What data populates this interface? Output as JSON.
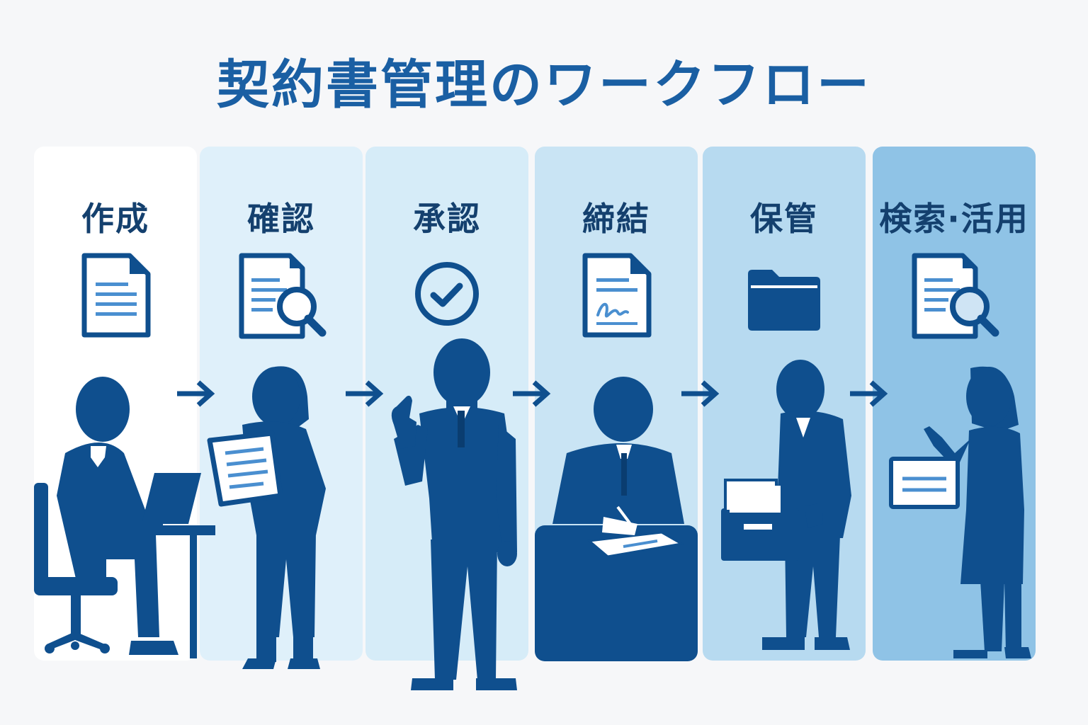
{
  "title": "契約書管理のワークフロー",
  "steps": [
    {
      "label": "作成",
      "icon": "document-icon",
      "figure": "person-typing-laptop"
    },
    {
      "label": "確認",
      "icon": "document-search-icon",
      "figure": "person-reviewing-document"
    },
    {
      "label": "承認",
      "icon": "checkmark-circle-icon",
      "figure": "person-thumbs-up"
    },
    {
      "label": "締結",
      "icon": "signed-document-icon",
      "figure": "person-signing-contract"
    },
    {
      "label": "保管",
      "icon": "folder-icon",
      "figure": "person-filing-box"
    },
    {
      "label": "検索·活用",
      "icon": "document-search-icon",
      "figure": "person-pointing-screen"
    }
  ],
  "colors": {
    "title": "#1a5fa3",
    "label": "#14406e",
    "silhouette": "#0f4f8e",
    "icon_line": "#4a8fd0",
    "panels": [
      "#ffffff",
      "#dff0fa",
      "#d6ecf8",
      "#c9e4f4",
      "#b7daf0",
      "#8fc3e6"
    ]
  }
}
